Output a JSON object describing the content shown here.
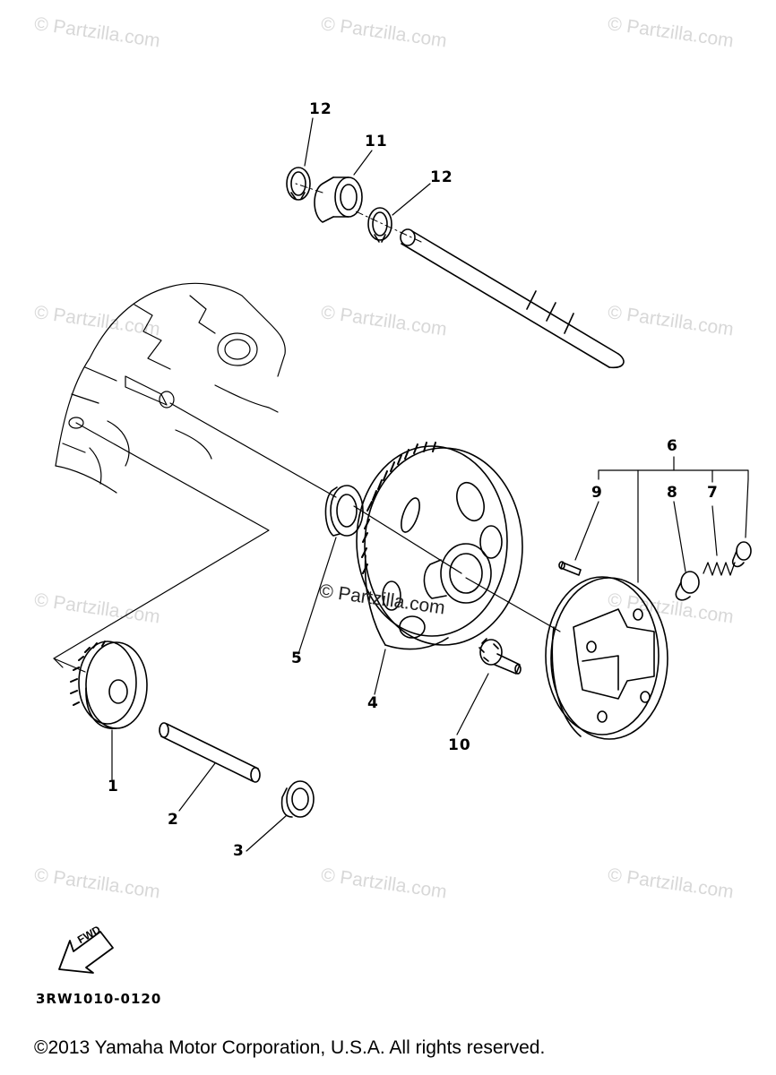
{
  "watermark": {
    "text": "© Partzilla.com"
  },
  "center_watermark": {
    "text": "© Partzilla.com"
  },
  "callouts": {
    "p1": "1",
    "p2": "2",
    "p3": "3",
    "p4": "4",
    "p5": "5",
    "p6": "6",
    "p7": "7",
    "p8": "8",
    "p9": "9",
    "p10": "10",
    "p11": "11",
    "p12a": "12",
    "p12b": "12"
  },
  "fwd_label": "FWD",
  "diagram_code": "3RW1010-0120",
  "copyright": "©2013  Yamaha Motor Corporation, U.S.A. All rights reserved."
}
